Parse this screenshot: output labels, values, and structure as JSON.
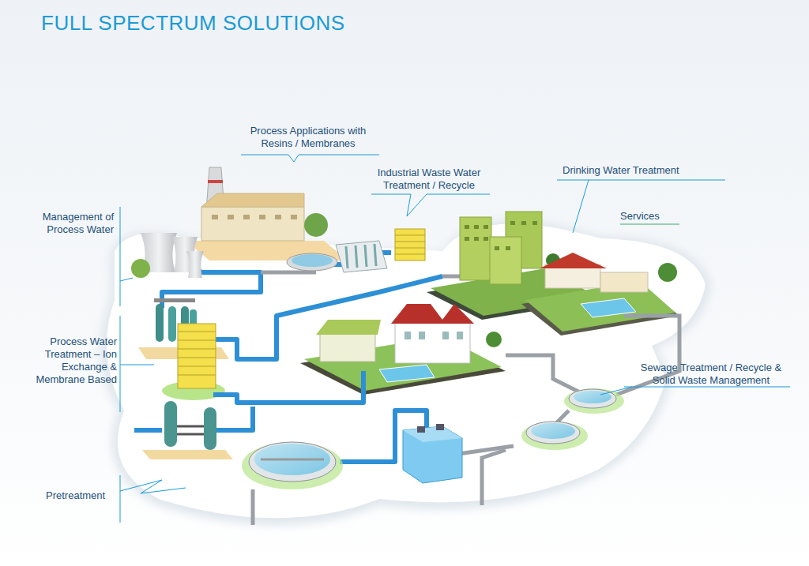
{
  "diagram": {
    "title": "FULL SPECTRUM SOLUTIONS",
    "labels": [
      "Process Applications with Resins / Membranes",
      "Industrial Waste Water Treatment / Recycle",
      "Drinking Water Treatment",
      "Services",
      "Management of Process Water",
      "Process Water Treatment – Ion Exchange & Membrane Based",
      "Sewage Treatment / Recycle & Solid Waste Management",
      "Pretreatment"
    ]
  }
}
